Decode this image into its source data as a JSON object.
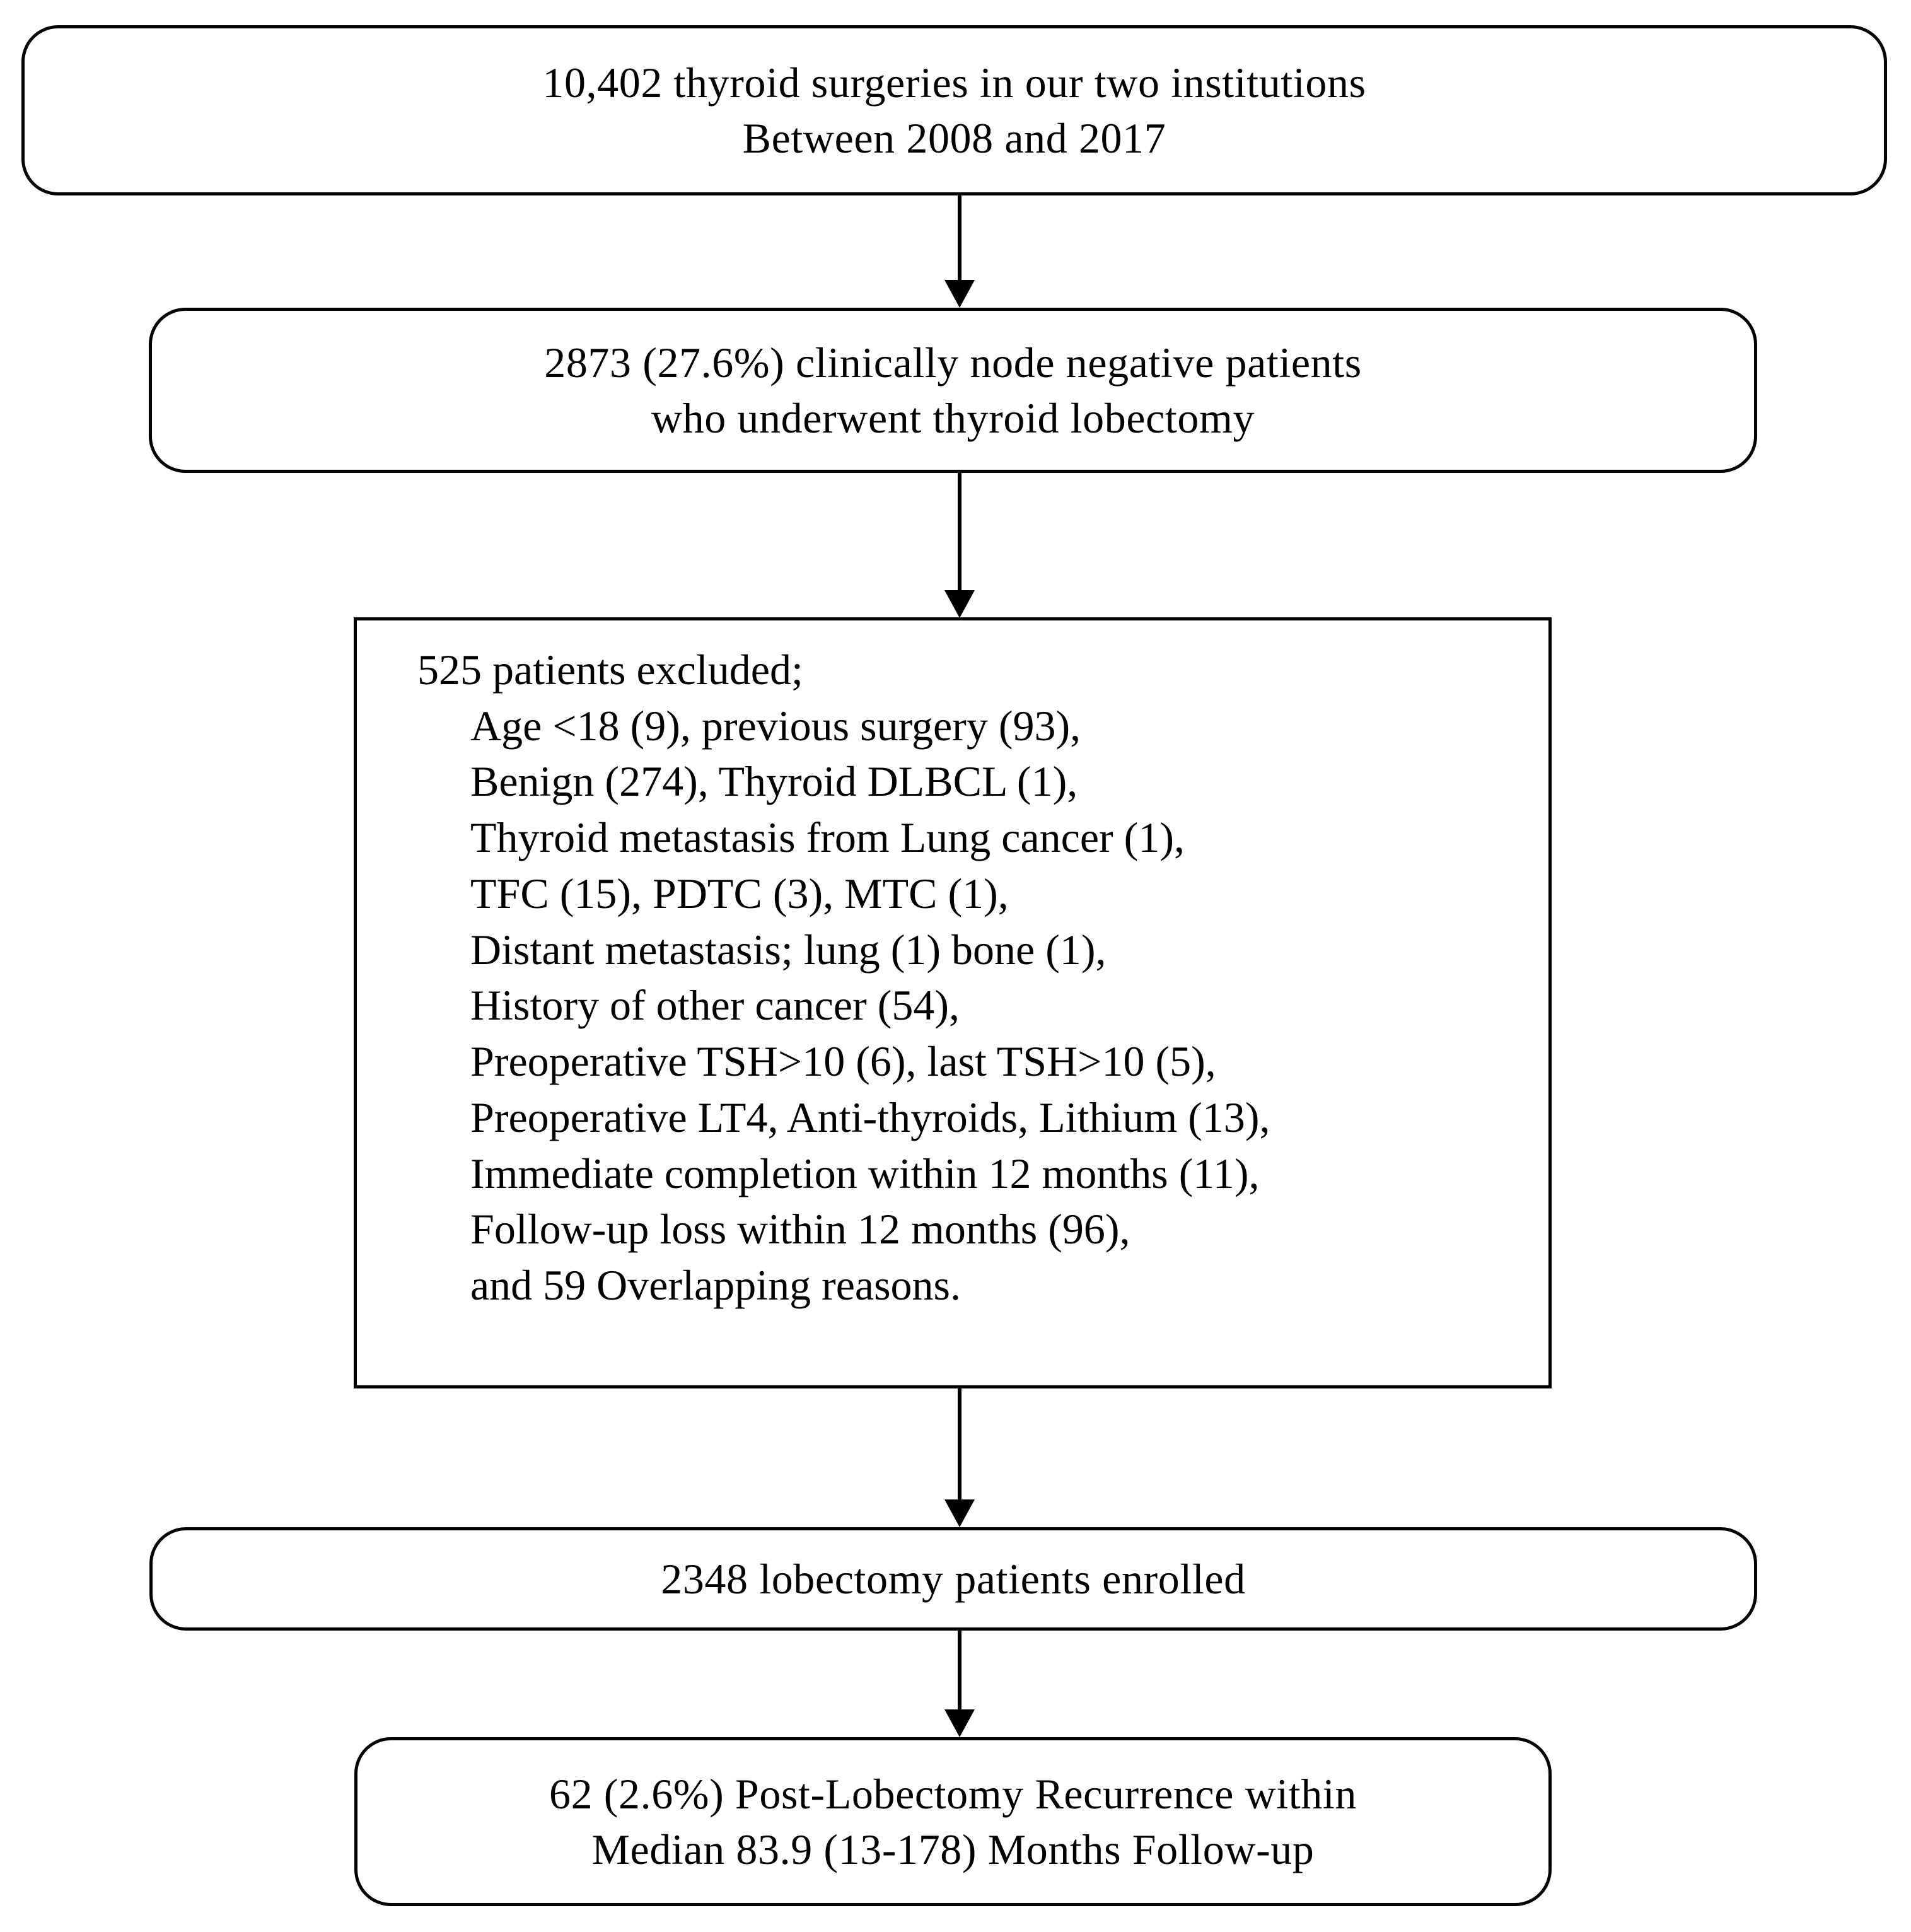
{
  "diagram": {
    "title": "Patient selection flow diagram",
    "stroke_color": "#000000",
    "background_color": "#ffffff",
    "nodes": [
      {
        "id": "total-surgeries",
        "shape": "rounded-rect",
        "lines": [
          "10,402 thyroid  surgeries  in our two institutions",
          "Between  2008 and 2017"
        ]
      },
      {
        "id": "node-negative-lobectomy",
        "shape": "rounded-rect",
        "lines": [
          "2873 (27.6%) clinically  node negative  patients",
          "who underwent  thyroid  lobectomy"
        ]
      },
      {
        "id": "excluded-patients",
        "shape": "rect",
        "heading": "525 patients  excluded;",
        "lines": [
          "Age <18 (9), previous  surgery  (93),",
          "Benign  (274), Thyroid  DLBCL  (1),",
          "Thyroid  metastasis  from  Lung  cancer  (1),",
          "TFC (15), PDTC (3), MTC (1),",
          "Distant  metastasis;  lung  (1) bone  (1),",
          "History  of other  cancer  (54),",
          "Preoperative  TSH>10 (6), last TSH>10 (5),",
          "Preoperative  LT4, Anti-thyroids,  Lithium  (13),",
          "Immediate  completion  within  12 months  (11),",
          "Follow-up  loss within  12 months  (96),",
          "and 59 Overlapping  reasons."
        ]
      },
      {
        "id": "enrolled-patients",
        "shape": "rounded-rect",
        "lines": [
          "2348 lobectomy  patients  enrolled"
        ]
      },
      {
        "id": "recurrence-outcome",
        "shape": "rounded-rect",
        "lines": [
          "62 (2.6%) Post-Lobectomy  Recurrence  within",
          "Median  83.9 (13-178) Months  Follow-up"
        ]
      }
    ],
    "arrows": [
      {
        "id": "arrow-1",
        "from": "total-surgeries",
        "to": "node-negative-lobectomy"
      },
      {
        "id": "arrow-2",
        "from": "node-negative-lobectomy",
        "to": "excluded-patients"
      },
      {
        "id": "arrow-3",
        "from": "excluded-patients",
        "to": "enrolled-patients"
      },
      {
        "id": "arrow-4",
        "from": "enrolled-patients",
        "to": "recurrence-outcome"
      }
    ]
  }
}
